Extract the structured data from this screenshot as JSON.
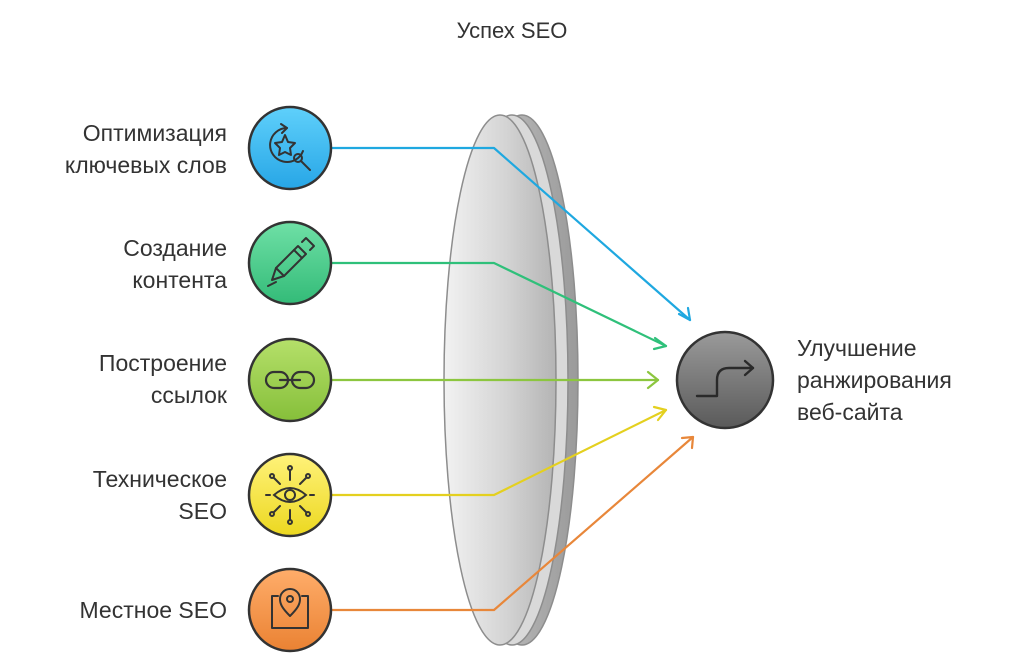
{
  "title": "Успех SEO",
  "factors": [
    {
      "line1": "Оптимизация",
      "line2": "ключевых слов",
      "icon": "keyword-search-icon",
      "color": "#1fa8e0",
      "fill_top": "#5fd0fb",
      "fill_bottom": "#27a6e6"
    },
    {
      "line1": "Создание",
      "line2": "контента",
      "icon": "pen-icon",
      "color": "#2fc07a",
      "fill_top": "#6fe0a6",
      "fill_bottom": "#33bb78"
    },
    {
      "line1": "Построение",
      "line2": "ссылок",
      "icon": "link-icon",
      "color": "#8cc63f",
      "fill_top": "#b5e06a",
      "fill_bottom": "#86bf3a"
    },
    {
      "line1": "Техническое",
      "line2": "SEO",
      "icon": "tech-eye-icon",
      "color": "#e4d01f",
      "fill_top": "#fff27a",
      "fill_bottom": "#ecd820"
    },
    {
      "line1": "Местное SEO",
      "line2": "",
      "icon": "location-pin-icon",
      "color": "#e8873a",
      "fill_top": "#ffad6a",
      "fill_bottom": "#ea8233"
    }
  ],
  "result": {
    "line1": "Улучшение",
    "line2": "ранжирования",
    "line3": "веб-сайта",
    "icon": "trend-up-icon"
  }
}
